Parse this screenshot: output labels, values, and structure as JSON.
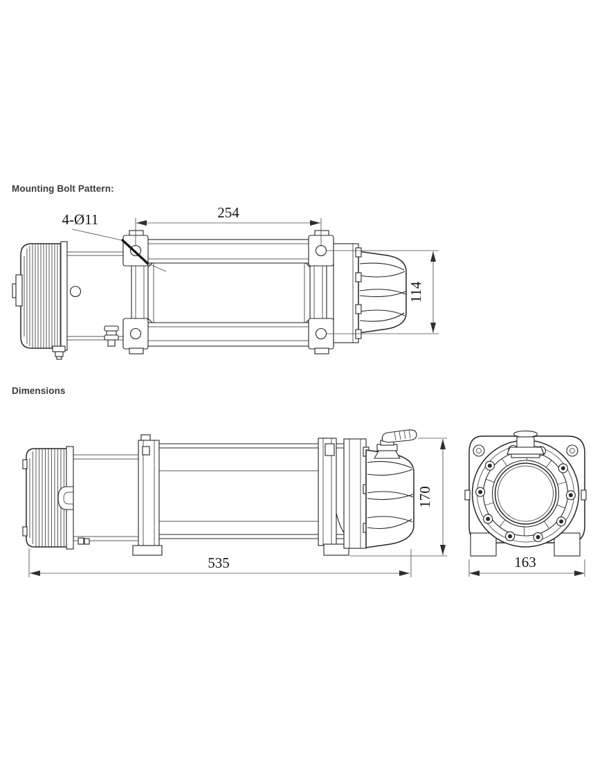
{
  "labels": {
    "mounting_bolt_pattern": "Mounting Bolt Pattern:",
    "dimensions": "Dimensions"
  },
  "top_view": {
    "dim_bolt_spacing_length": "254",
    "dim_bolt_holes_callout": "4-Ø11",
    "dim_bolt_spacing_width": "114"
  },
  "side_view": {
    "dim_overall_length": "535",
    "dim_overall_height": "170"
  },
  "end_view": {
    "dim_overall_width": "163"
  },
  "colors": {
    "drawing_line": "#242424",
    "dimension_line": "#4a4a4a",
    "dimension_text": "#141414",
    "section_label_text": "#3b3b3b",
    "background": "#ffffff"
  }
}
